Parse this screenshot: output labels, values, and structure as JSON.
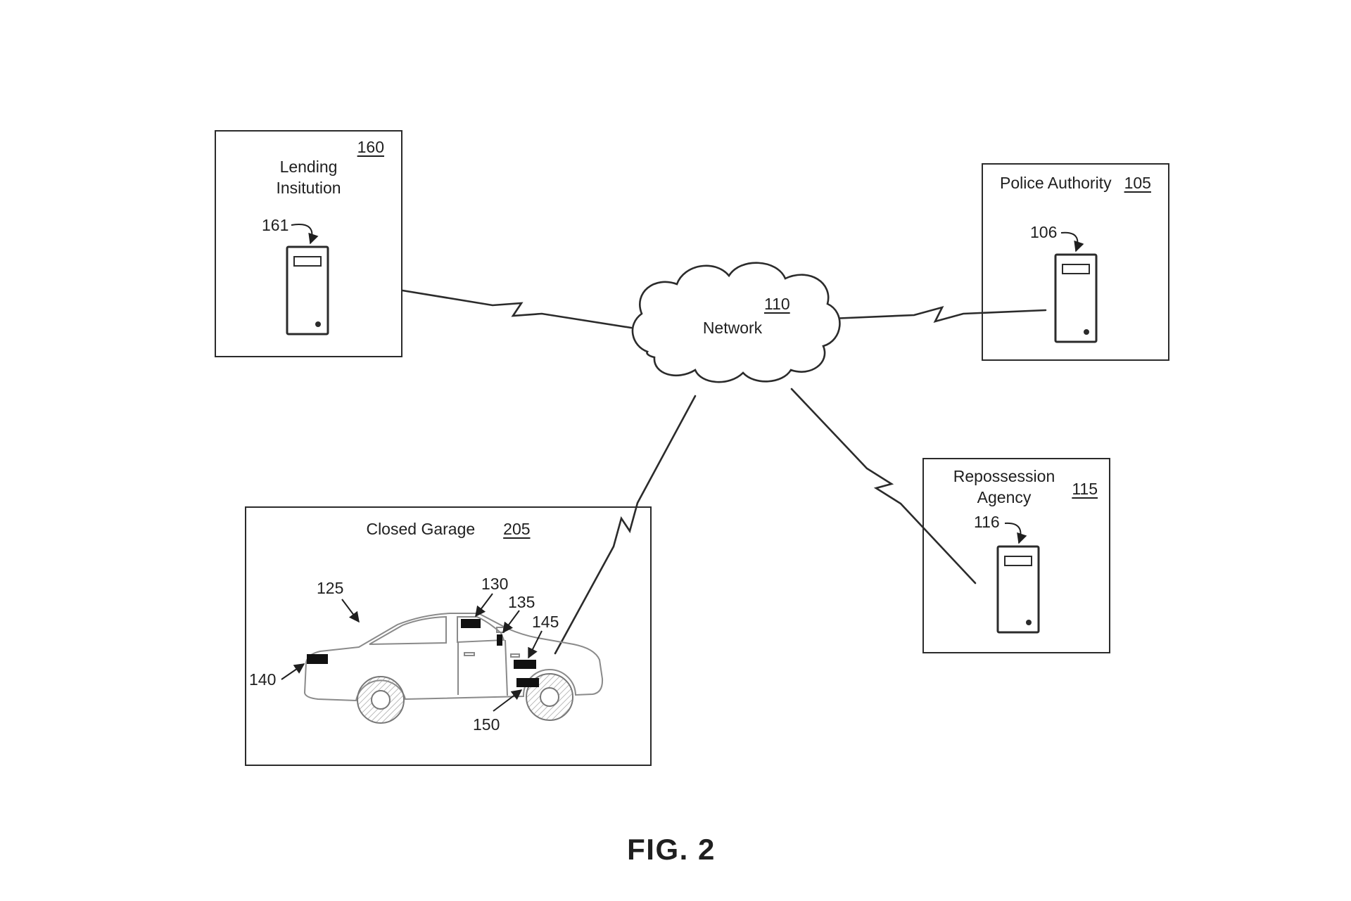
{
  "figure": {
    "caption": "FIG. 2"
  },
  "network": {
    "label": "Network",
    "ref": "110"
  },
  "lending": {
    "title_line1": "Lending",
    "title_line2": "Insitution",
    "ref": "160",
    "computer_ref": "161"
  },
  "police": {
    "title": "Police Authority",
    "ref": "105",
    "computer_ref": "106"
  },
  "repossession": {
    "title_line1": "Repossession",
    "title_line2": "Agency",
    "ref": "115",
    "computer_ref": "116"
  },
  "garage": {
    "title": "Closed Garage",
    "ref": "205",
    "car_labels": {
      "body": "125",
      "roof_device": "130",
      "windshield_device": "135",
      "hood_device": "145",
      "rear_device": "140",
      "front_lower_device": "150"
    }
  }
}
